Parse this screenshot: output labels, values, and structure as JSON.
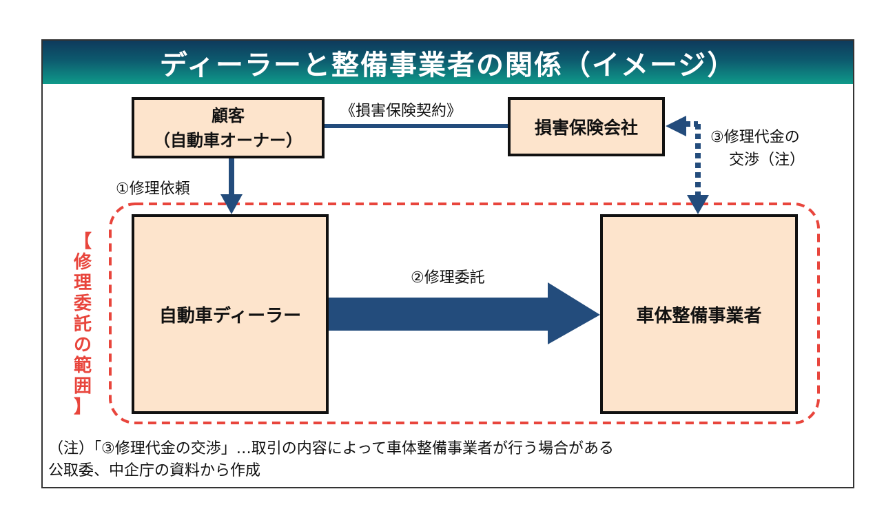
{
  "title": "ディーラーと整備事業者の関係（イメージ）",
  "colors": {
    "arrow": "#234c7c",
    "box_fill": "#fde4cc",
    "scope_border": "#e8453c",
    "title_top": "#0e3a5c",
    "title_bottom": "#0f9a8a"
  },
  "nodes": {
    "customer": {
      "line1": "顧客",
      "line2": "（自動車オーナー）"
    },
    "insurer": {
      "label": "損害保険会社"
    },
    "dealer": {
      "label": "自動車ディーラー"
    },
    "bodyshop": {
      "label": "車体整備事業者"
    }
  },
  "edges": {
    "contract": {
      "label": "《損害保険契約》",
      "from": "customer",
      "to": "insurer",
      "style": "solid-line"
    },
    "repair_request": {
      "label": "①修理依頼",
      "from": "customer",
      "to": "dealer",
      "style": "solid-arrow"
    },
    "repair_outsourcing": {
      "label": "②修理委託",
      "from": "dealer",
      "to": "bodyshop",
      "style": "thick-arrow"
    },
    "negotiation": {
      "line1": "③修理代金の",
      "line2": "交渉（注）",
      "from": "bodyshop",
      "to": "insurer",
      "style": "dotted-double-arrow"
    }
  },
  "scope": {
    "label_chars": [
      "【",
      "修",
      "理",
      "委",
      "託",
      "の",
      "範",
      "囲",
      "】"
    ]
  },
  "notes": {
    "line1": "（注）「③修理代金の交渉」…取引の内容によって車体整備事業者が行う場合がある",
    "line2": "公取委、中企庁の資料から作成"
  }
}
